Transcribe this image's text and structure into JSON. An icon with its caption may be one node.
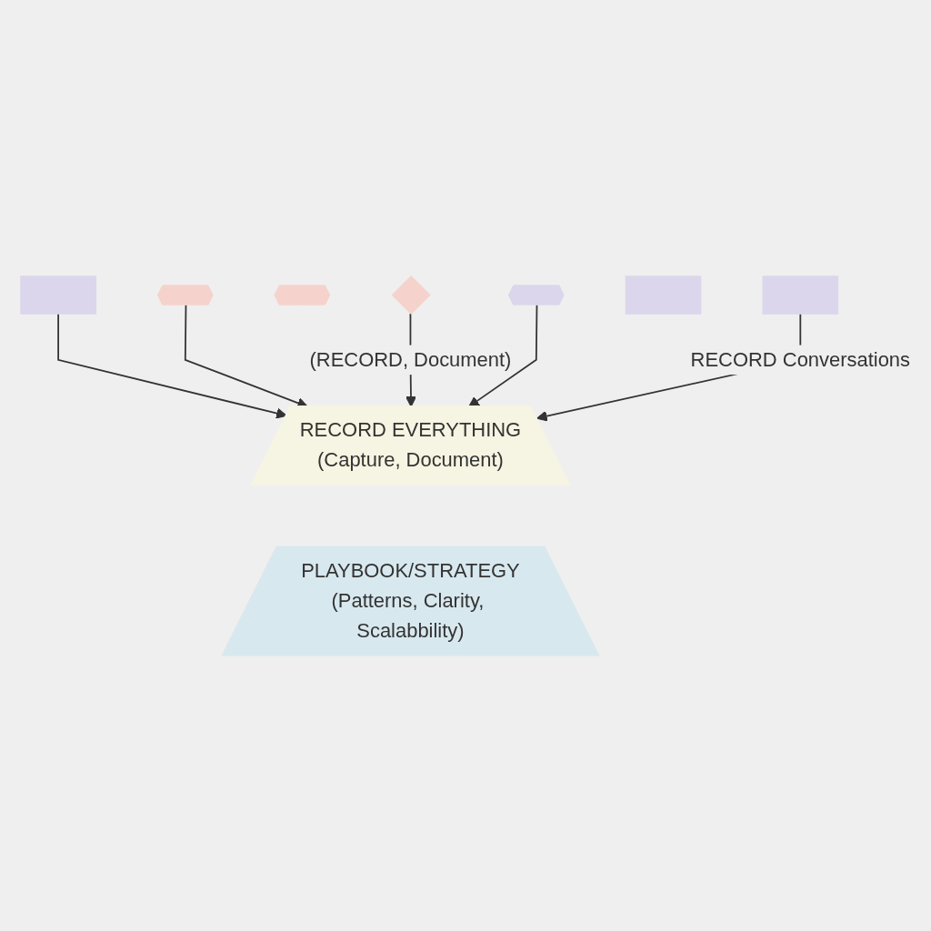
{
  "diagram": {
    "nodes": [
      {
        "text": [],
        "shape": "box"
      },
      {
        "text": [],
        "shape": "pentagon"
      },
      {
        "text": [],
        "shape": "pentagon"
      },
      {
        "text": [],
        "shape": "diamond"
      },
      {
        "text": [],
        "shape": "pentagon"
      },
      {
        "text": [],
        "shape": "box"
      },
      {
        "text": [],
        "shape": "box"
      },
      {
        "text": [
          "RECORD EVERYTHING",
          "(Capture, Document)"
        ]
      },
      {
        "text": [
          "PLAYBOOK/STRATEGY",
          "(Patterns, Clarity, Scalabbility)"
        ]
      }
    ],
    "edges": [
      {
        "from": 0,
        "to": 7,
        "arrow": "to"
      },
      {
        "from": 1,
        "to": 7,
        "arrow": "to"
      },
      {
        "from": 3,
        "to": 7,
        "arrow": "to",
        "label": "(RECORD, Document)"
      },
      {
        "from": 4,
        "to": 7,
        "arrow": "to"
      },
      {
        "from": 6,
        "to": 7,
        "arrow": "to",
        "label": "RECORD Conversations"
      }
    ]
  }
}
